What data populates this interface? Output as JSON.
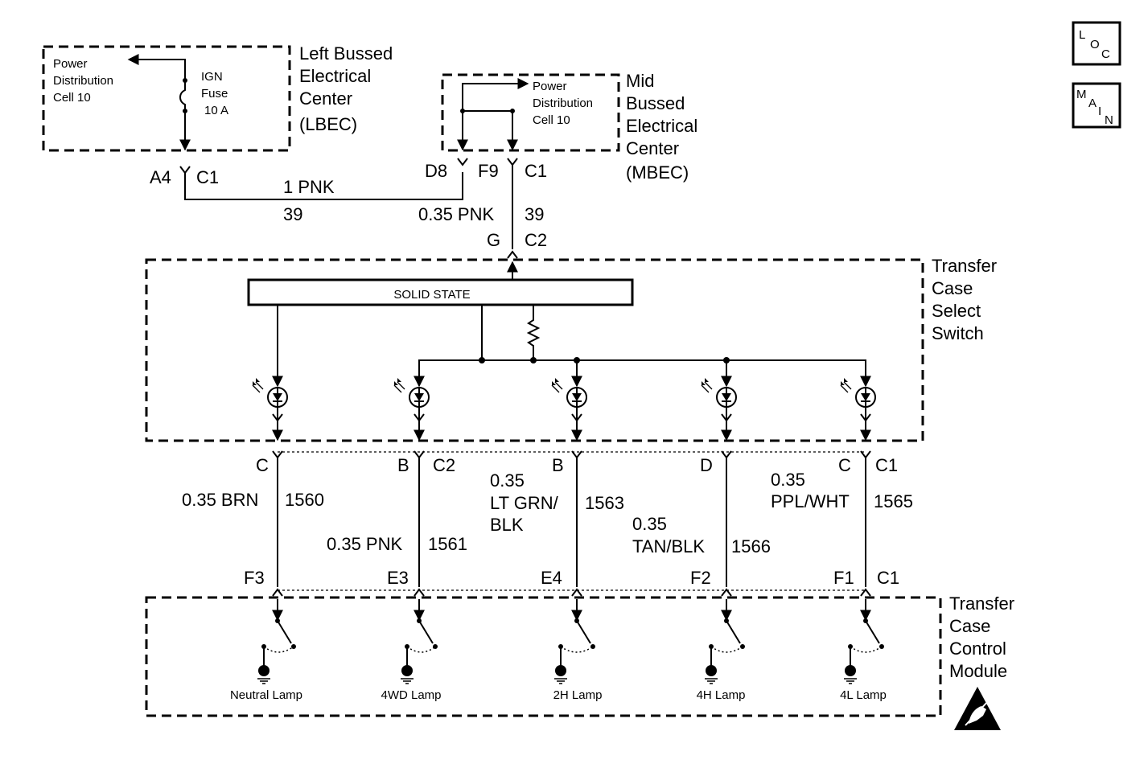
{
  "nav": {
    "loc_letters": [
      "L",
      "O",
      "C"
    ],
    "main_letters": [
      "M",
      "A",
      "I",
      "N"
    ]
  },
  "lbec": {
    "name_lines": [
      "Left Bussed",
      "Electrical",
      "Center",
      "(LBEC)"
    ],
    "pd_lines": [
      "Power",
      "Distribution",
      "Cell 10"
    ],
    "fuse_lines": [
      "IGN",
      "Fuse",
      "10 A"
    ],
    "pin": "A4",
    "connector": "C1"
  },
  "mbec": {
    "name_lines": [
      "Mid",
      "Bussed",
      "Electrical",
      "Center",
      "(MBEC)"
    ],
    "pd_lines": [
      "Power",
      "Distribution",
      "Cell 10"
    ],
    "pin_left": "D8",
    "pin_right": "F9",
    "connector": "C1"
  },
  "wires_top": {
    "w1_label": "1 PNK",
    "w1_circuit": "39",
    "w2_label": "0.35 PNK",
    "w2_circuit": "39"
  },
  "tcss": {
    "name_lines": [
      "Transfer",
      "Case",
      "Select",
      "Switch"
    ],
    "pin_in": "G",
    "conn_in": "C2",
    "solid_state": "SOLID STATE"
  },
  "pins_mid": {
    "p1": "C",
    "p2": "B",
    "p2_conn": "C2",
    "p3": "B",
    "p4": "D",
    "p5": "C",
    "p5_conn": "C1"
  },
  "wires_bottom": [
    {
      "lines": [
        "0.35 BRN"
      ],
      "circuit": "1560"
    },
    {
      "lines": [
        "0.35 PNK"
      ],
      "circuit": "1561"
    },
    {
      "lines": [
        "0.35",
        "LT GRN/",
        "BLK"
      ],
      "circuit": "1563"
    },
    {
      "lines": [
        "0.35",
        "TAN/BLK"
      ],
      "circuit": "1566"
    },
    {
      "lines": [
        "0.35",
        "PPL/WHT"
      ],
      "circuit": "1565"
    }
  ],
  "pins_bottom": {
    "p1": "F3",
    "p2": "E3",
    "p3": "E4",
    "p4": "F2",
    "p5": "F1",
    "conn": "C1"
  },
  "tccm": {
    "name_lines": [
      "Transfer",
      "Case",
      "Control",
      "Module"
    ],
    "lamps": [
      "Neutral Lamp",
      "4WD Lamp",
      "2H Lamp",
      "4H Lamp",
      "4L Lamp"
    ]
  }
}
